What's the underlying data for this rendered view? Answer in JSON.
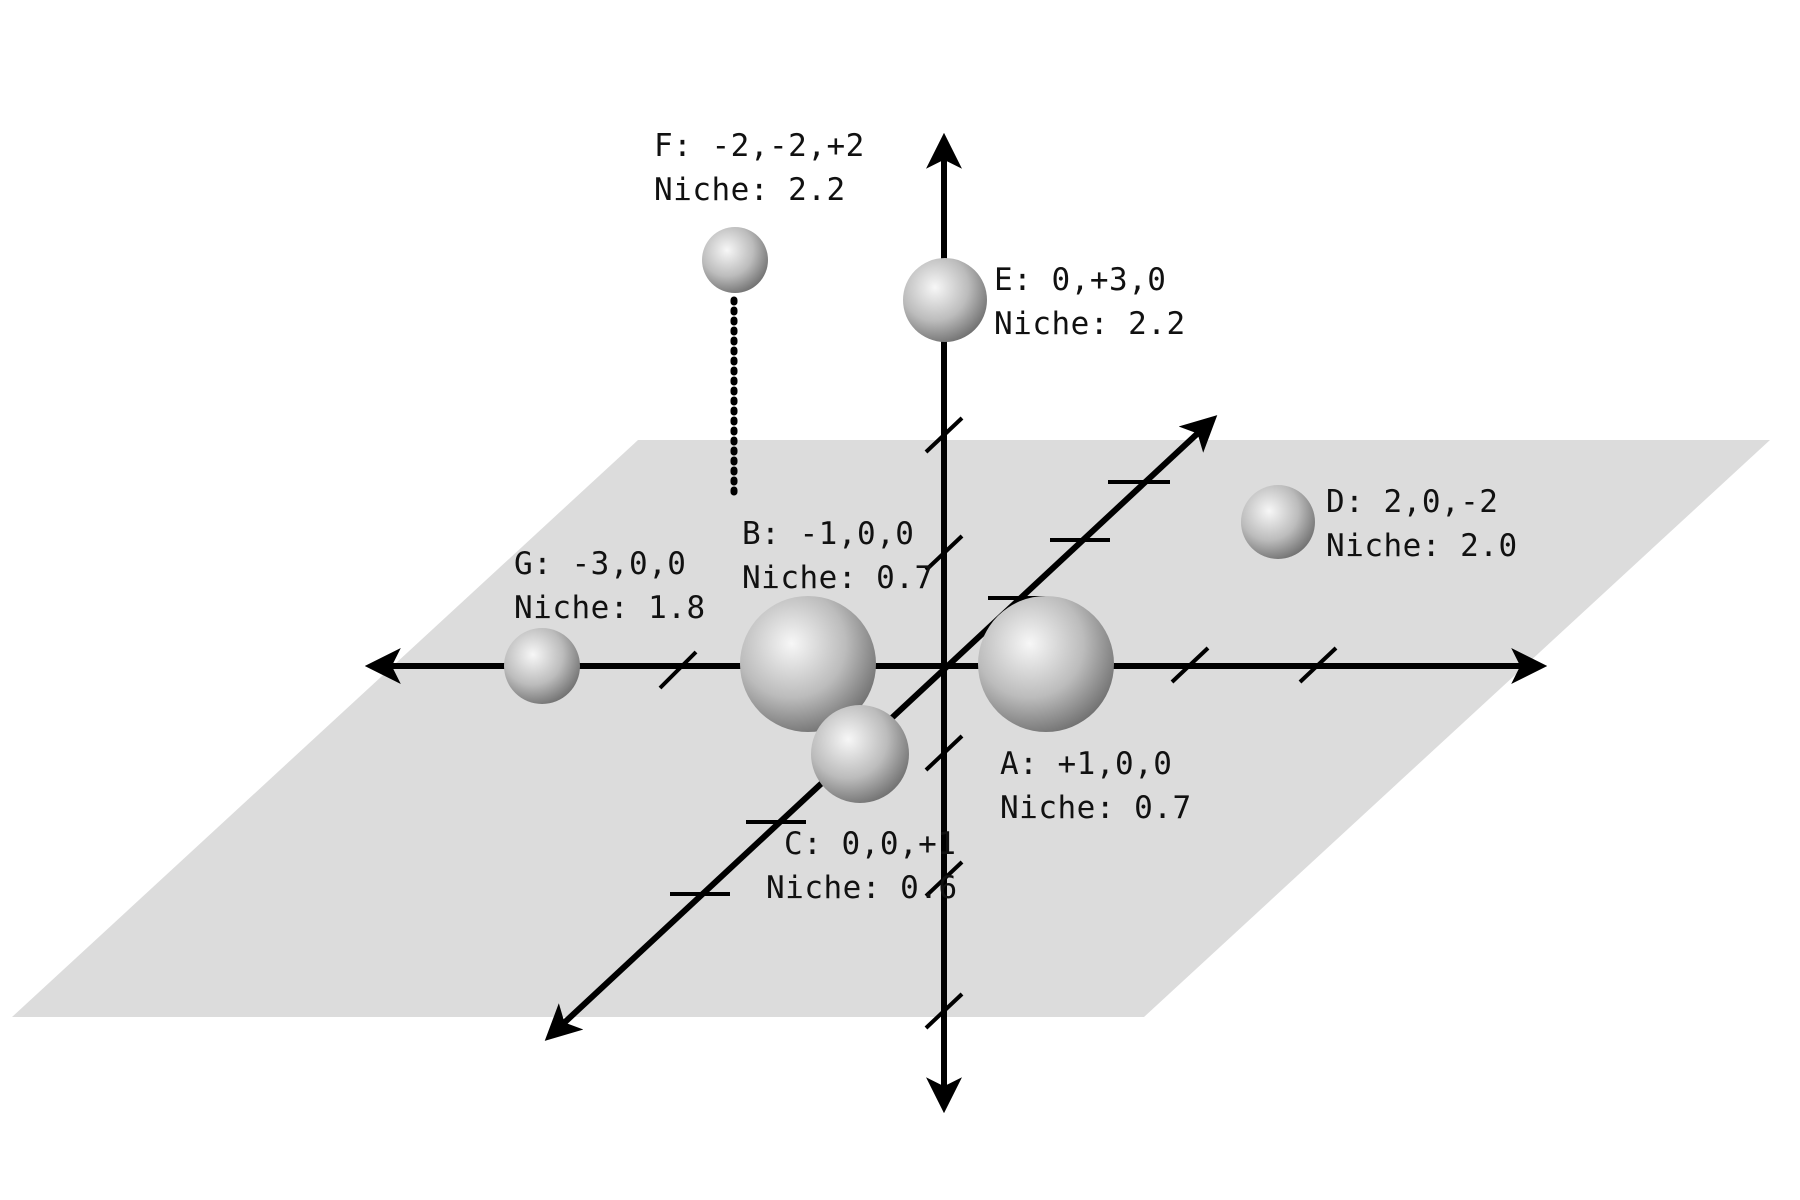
{
  "points": [
    {
      "id": "A",
      "coord_label": "A: +1,0,0",
      "niche_label": "Niche: 0.7",
      "x": 1,
      "y": 0,
      "z": 0,
      "niche": 0.7
    },
    {
      "id": "B",
      "coord_label": "B: -1,0,0",
      "niche_label": "Niche: 0.7",
      "x": -1,
      "y": 0,
      "z": 0,
      "niche": 0.7
    },
    {
      "id": "C",
      "coord_label": "C: 0,0,+1",
      "niche_label": "Niche: 0.6",
      "x": 0,
      "y": 0,
      "z": 1,
      "niche": 0.6
    },
    {
      "id": "D",
      "coord_label": "D: 2,0,-2",
      "niche_label": "Niche: 2.0",
      "x": 2,
      "y": 0,
      "z": -2,
      "niche": 2.0
    },
    {
      "id": "E",
      "coord_label": "E: 0,+3,0",
      "niche_label": "Niche: 2.2",
      "x": 0,
      "y": 3,
      "z": 0,
      "niche": 2.2
    },
    {
      "id": "F",
      "coord_label": "F: -2,-2,+2",
      "niche_label": "Niche: 2.2",
      "x": -2,
      "y": -2,
      "z": 2,
      "niche": 2.2
    },
    {
      "id": "G",
      "coord_label": "G: -3,0,0",
      "niche_label": "Niche: 1.8",
      "x": -3,
      "y": 0,
      "z": 0,
      "niche": 1.8
    }
  ],
  "colors": {
    "plane": "#dcdcdc",
    "axis": "#000000",
    "sphere_light": "#f7f7f7",
    "sphere_dark": "#6a6a6a"
  }
}
